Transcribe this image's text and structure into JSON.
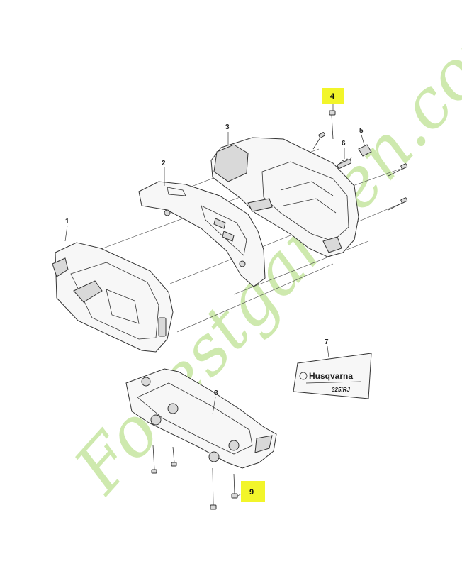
{
  "callouts": [
    {
      "number": "1",
      "highlighted": false
    },
    {
      "number": "2",
      "highlighted": false
    },
    {
      "number": "3",
      "highlighted": false
    },
    {
      "number": "4",
      "highlighted": true
    },
    {
      "number": "5",
      "highlighted": false
    },
    {
      "number": "6",
      "highlighted": false
    },
    {
      "number": "7",
      "highlighted": false
    },
    {
      "number": "8",
      "highlighted": false
    },
    {
      "number": "9",
      "highlighted": true
    }
  ],
  "decal": {
    "brand": "Husqvarna",
    "model": "325iRJ"
  },
  "watermark": {
    "text": "Forestgarden.com"
  },
  "colors": {
    "highlight": "#f2f52a",
    "watermark": "#c6e6a0",
    "lines": "#333333"
  }
}
